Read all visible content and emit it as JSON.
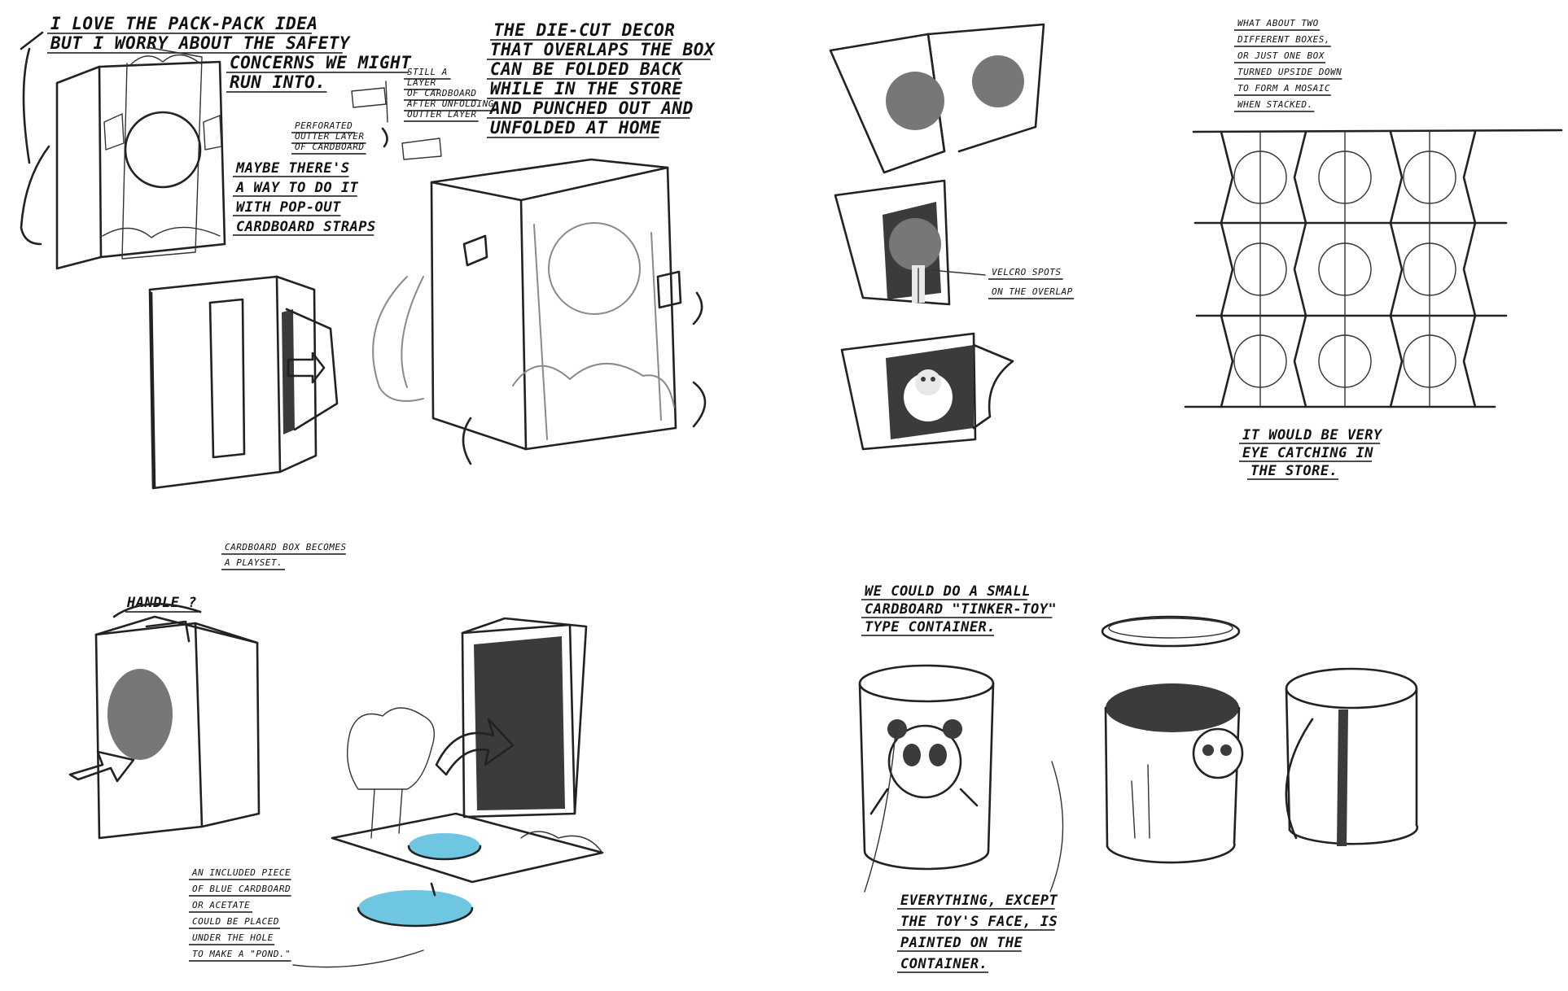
{
  "notes": {
    "pack_idea": [
      "I LOVE THE PACK-PACK IDEA",
      "BUT I WORRY ABOUT THE SAFETY",
      "CONCERNS WE MIGHT",
      "RUN INTO."
    ],
    "pop_out_straps": [
      "MAYBE THERE'S",
      "A WAY TO DO IT",
      "WITH POP-OUT",
      "CARDBOARD STRAPS"
    ],
    "perforated": [
      "PERFORATED",
      "OUTTER LAYER",
      "OF CARDBOARD"
    ],
    "still_layer": [
      "STILL A",
      "LAYER",
      "OF CARDBOARD",
      "AFTER UNFOLDING",
      "OUTTER LAYER"
    ],
    "die_cut": [
      "THE DIE-CUT DECOR",
      "THAT OVERLAPS THE BOX",
      "CAN BE FOLDED BACK",
      "WHILE IN THE STORE",
      "AND PUNCHED OUT AND",
      "UNFOLDED AT HOME"
    ],
    "velcro": [
      "VELCRO SPOTS",
      "ON THE OVERLAP"
    ],
    "two_boxes": [
      "WHAT ABOUT TWO",
      "DIFFERENT BOXES,",
      "OR JUST ONE BOX",
      "TURNED UPSIDE DOWN",
      "TO FORM A MOSAIC",
      "WHEN STACKED."
    ],
    "eye_catching": [
      "IT WOULD BE VERY",
      "EYE CATCHING IN",
      "THE STORE."
    ],
    "playset": [
      "CARDBOARD BOX BECOMES",
      "A PLAYSET."
    ],
    "handle": "HANDLE ?",
    "pond": [
      "AN INCLUDED PIECE",
      "OF BLUE CARDBOARD",
      "OR ACETATE",
      "COULD BE PLACED",
      "UNDER THE HOLE",
      "TO MAKE A \"POND.\""
    ],
    "tinker_toy": [
      "WE COULD DO A SMALL",
      "CARDBOARD \"TINKER-TOY\"",
      "TYPE CONTAINER."
    ],
    "painted": [
      "EVERYTHING, EXCEPT",
      "THE TOY'S FACE, IS",
      "PAINTED ON THE",
      "CONTAINER."
    ]
  },
  "colors": {
    "ink": "#222222",
    "panel_dark": "#3b3b3b",
    "pond_blue": "#6ec6e0",
    "paper": "#ffffff"
  }
}
